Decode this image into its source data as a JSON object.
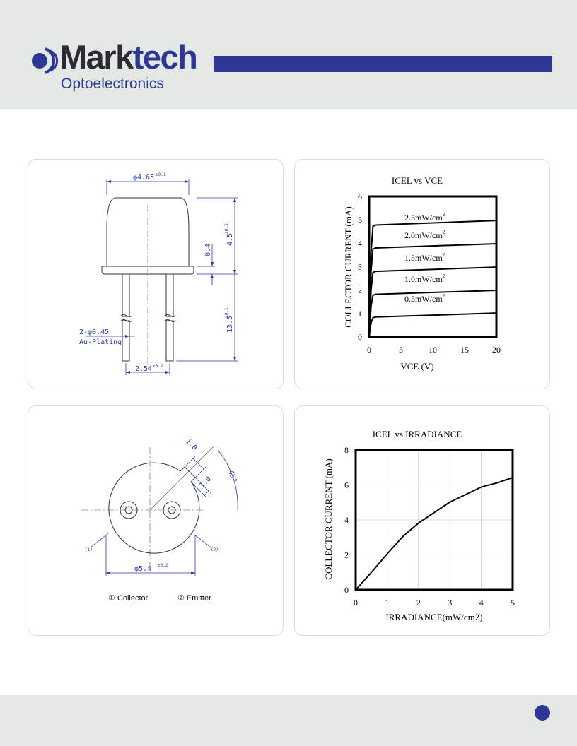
{
  "header": {
    "brand_main": "Mark",
    "brand_accent": "tech",
    "tagline": "Optoelectronics"
  },
  "dimension_drawing": {
    "diameter": "φ4.65",
    "diameter_tol": "±0.1",
    "height": "4.5",
    "height_tol": "±0.3",
    "flange": "0.4",
    "lead_length": "13.5",
    "lead_length_tol": "±0.1",
    "lead_spec": "2-φ0.45",
    "plating": "Au-Plating",
    "pitch": "2.54",
    "pitch_tol": "±0.2"
  },
  "bottom_view": {
    "tab_width": "1.0",
    "tab_length": "1.0",
    "angle": "45°",
    "base_diameter": "φ5.4",
    "base_tol": "±0.2",
    "pin1_mark": "(1)",
    "pin2_mark": "(2)",
    "legend_1": "① Collector",
    "legend_2": "② Emitter"
  },
  "chart_data": [
    {
      "type": "line",
      "title": "ICEL vs VCE",
      "xlabel": "VCE (V)",
      "ylabel": "COLLECTOR CURRENT (mA)",
      "xlim": [
        0,
        20
      ],
      "ylim": [
        0,
        6
      ],
      "xticks": [
        "0",
        "5",
        "10",
        "15",
        "20"
      ],
      "yticks": [
        "0",
        "1",
        "2",
        "3",
        "4",
        "5",
        "6"
      ],
      "grid": false,
      "series": [
        {
          "name": "0.5mW/cm2",
          "x": [
            0,
            0.3,
            0.6,
            1,
            20
          ],
          "y": [
            0,
            0.6,
            0.82,
            0.85,
            1.02
          ]
        },
        {
          "name": "1.0mW/cm2",
          "x": [
            0,
            0.3,
            0.6,
            1,
            20
          ],
          "y": [
            0,
            1.3,
            1.78,
            1.82,
            1.99
          ]
        },
        {
          "name": "1.5mW/cm2",
          "x": [
            0,
            0.3,
            0.6,
            1,
            20
          ],
          "y": [
            0,
            2.0,
            2.75,
            2.8,
            2.98
          ]
        },
        {
          "name": "2.0mW/cm2",
          "x": [
            0,
            0.3,
            0.6,
            1,
            20
          ],
          "y": [
            0,
            2.8,
            3.75,
            3.8,
            3.98
          ]
        },
        {
          "name": "2.5mW/cm2",
          "x": [
            0,
            0.3,
            0.6,
            1,
            20
          ],
          "y": [
            0,
            3.6,
            4.72,
            4.78,
            4.97
          ]
        }
      ],
      "curve_labels": [
        {
          "main": "2.5mW/cm",
          "sup": "2"
        },
        {
          "main": "2.0mW/cm",
          "sup": "2"
        },
        {
          "main": "1.5mW/cm",
          "sup": "2"
        },
        {
          "main": "1.0mW/cm",
          "sup": "2"
        },
        {
          "main": "0.5mW/cm",
          "sup": "2"
        }
      ]
    },
    {
      "type": "line",
      "title": "ICEL vs IRRADIANCE",
      "xlabel": "IRRADIANCE(mW/cm2)",
      "ylabel": "COLLECTOR CURRENT (mA)",
      "xlim": [
        0,
        5
      ],
      "ylim": [
        0,
        8
      ],
      "xticks": [
        "0",
        "1",
        "2",
        "3",
        "4",
        "5"
      ],
      "yticks": [
        "0",
        "2",
        "4",
        "6",
        "8"
      ],
      "grid": true,
      "series": [
        {
          "x": [
            0,
            0.5,
            1,
            1.5,
            2,
            2.5,
            3,
            3.5,
            4,
            4.5,
            5
          ],
          "y": [
            0,
            1.0,
            2.05,
            3.05,
            3.82,
            4.42,
            5.02,
            5.45,
            5.88,
            6.12,
            6.42
          ]
        }
      ]
    }
  ],
  "colors": {
    "brand_blue": "#2e3793",
    "header_bg": "#e4e8e4",
    "drawing_blue": "#2a3aa8"
  }
}
